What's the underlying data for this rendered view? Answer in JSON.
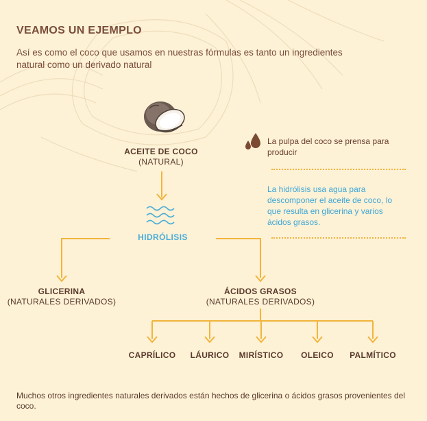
{
  "header": {
    "title": "VEAMOS UN EJEMPLO",
    "subtitle": "Así es como el coco que usamos en nuestras fórmulas es tanto un ingredientes natural como un derivado natural"
  },
  "diagram": {
    "source": {
      "name": "ACEITE DE COCO",
      "type": "(NATURAL)",
      "icon": "coconut-icon"
    },
    "process": {
      "name": "HIDRÓLISIS",
      "icon": "water-waves-icon"
    },
    "glycerin": {
      "name": "GLICERINA",
      "type": "(NATURALES DERIVADOS)"
    },
    "fatty_acids": {
      "name": "ÁCIDOS GRASOS",
      "type": "(NATURALES DERIVADOS)",
      "items": [
        "CAPRÍLICO",
        "LÁURICO",
        "MIRÍSTICO",
        "OLEICO",
        "PALMÍTICO"
      ]
    }
  },
  "notes": {
    "press": "La pulpa del coco se prensa para producir",
    "press_icon": "oil-drops-icon",
    "hydrolysis": "La hidrólisis usa agua para descomponer el aceite de coco, lo que resulta en glicerina y varios ácidos grasos."
  },
  "footer": "Muchos otros ingredientes naturales derivados están hechos de glicerina o ácidos grasos provenientes del coco.",
  "colors": {
    "background": "#fdf1d6",
    "arrow": "#f2b43a",
    "text_brown": "#5a3a2c",
    "accent_blue": "#4aaed8"
  }
}
